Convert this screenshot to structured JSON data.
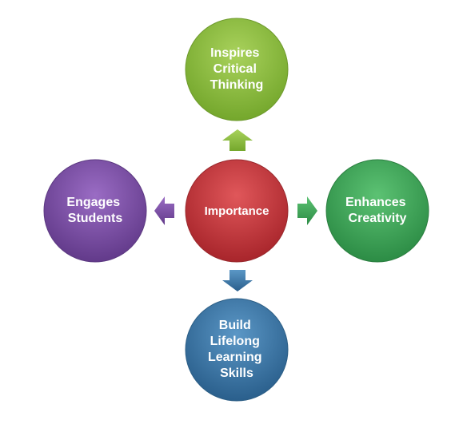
{
  "center": {
    "label": "Importance",
    "color": "#c0363a"
  },
  "nodes": [
    {
      "id": "top",
      "lines": [
        "Inspires",
        "Critical",
        "Thinking"
      ],
      "color": "#8cbf3f"
    },
    {
      "id": "right",
      "lines": [
        "Enhances",
        "Creativity"
      ],
      "color": "#3fa85a"
    },
    {
      "id": "bottom",
      "lines": [
        "Build",
        "Lifelong",
        "Learning",
        "Skills"
      ],
      "color": "#3a78a8"
    },
    {
      "id": "left",
      "lines": [
        "Engages",
        "Students"
      ],
      "color": "#7b4ea6"
    }
  ]
}
